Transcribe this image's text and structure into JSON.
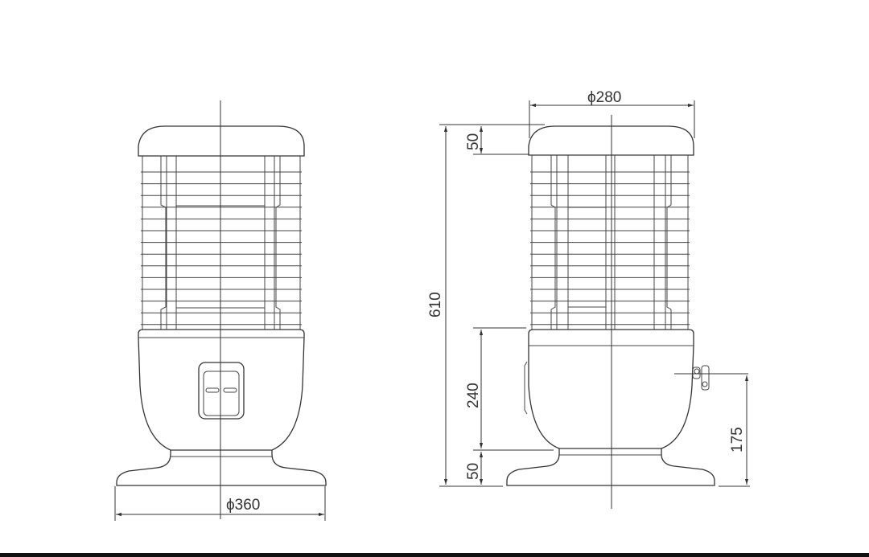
{
  "dimensions": {
    "front_base_diameter": "ϕ360",
    "top_diameter": "ϕ280",
    "total_height": "610",
    "cap_height": "50",
    "body_height": "240",
    "foot_height": "50",
    "valve_height": "175"
  },
  "colors": {
    "line": "#333333",
    "background": "#ffffff"
  }
}
